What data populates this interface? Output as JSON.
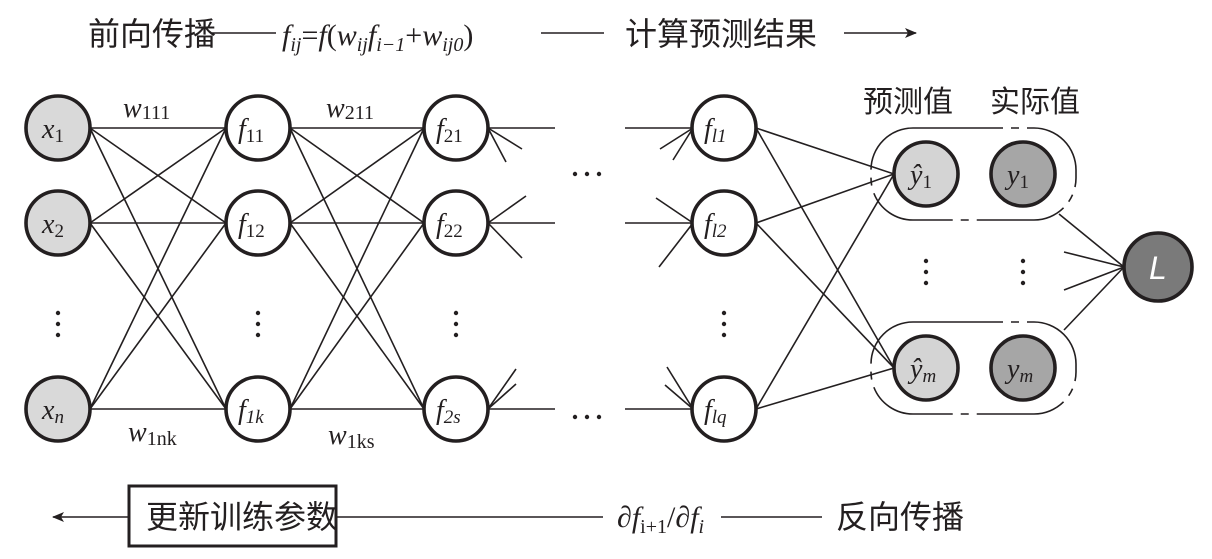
{
  "title_row": {
    "forward_label": "前向传播",
    "forward_formula": "f_ij = f(w_ij f_(i−1) + w_ij0)",
    "forward_formula_parts": {
      "f": "f",
      "ij": "ij",
      "eq": "=",
      "f2": "f",
      "open": "(",
      "w": "w",
      "ij2": "ij",
      "f3": "f",
      "im1": "i−1",
      "plus": "+",
      "w2": "w",
      "ij0": "ij0",
      "close": ")"
    },
    "compute_label": "计算预测结果"
  },
  "bottom_row": {
    "update_box_label": "更新训练参数",
    "gradient_formula": "∂f_(i+1)/∂f_i",
    "gradient_parts": {
      "d1": "∂",
      "f": "f",
      "ip1": "i+1",
      "slash": "/",
      "d2": "∂",
      "f2": "f",
      "i": "i"
    },
    "backward_label": "反向传播"
  },
  "group_labels": {
    "predicted": "预测值",
    "actual": "实际值"
  },
  "layers": {
    "input": [
      {
        "main": "x",
        "sub": "1"
      },
      {
        "main": "x",
        "sub": "2"
      },
      {
        "main": "x",
        "sub": "n"
      }
    ],
    "hidden1": [
      {
        "main": "f",
        "sub": "11"
      },
      {
        "main": "f",
        "sub": "12"
      },
      {
        "main": "f",
        "sub": "1k"
      }
    ],
    "hidden2": [
      {
        "main": "f",
        "sub": "21"
      },
      {
        "main": "f",
        "sub": "22"
      },
      {
        "main": "f",
        "sub": "2s"
      }
    ],
    "hiddenL": [
      {
        "main": "f",
        "sub": "l1"
      },
      {
        "main": "f",
        "sub": "l2"
      },
      {
        "main": "f",
        "sub": "lq"
      }
    ],
    "predicted": [
      {
        "main": "ŷ",
        "sub": "1"
      },
      {
        "main": "ŷ",
        "sub": "m"
      }
    ],
    "actual": [
      {
        "main": "y",
        "sub": "1"
      },
      {
        "main": "y",
        "sub": "m"
      }
    ],
    "loss": {
      "main": "L"
    }
  },
  "weights": {
    "w111": {
      "main": "w",
      "sub": "111"
    },
    "w211": {
      "main": "w",
      "sub": "211"
    },
    "w1nk": {
      "main": "w",
      "sub": "1nk"
    },
    "w1ks": {
      "main": "w",
      "sub": "1ks"
    }
  },
  "ellipsis": {
    "vertical": "⋮",
    "horizontal": "…"
  },
  "colors": {
    "ink": "#231f20",
    "input_fill": "#d9d9d9",
    "predicted_fill": "#d4d4d4",
    "actual_fill": "#a6a6a6",
    "loss_fill": "#7a7a7a",
    "hidden_fill": "#ffffff"
  }
}
